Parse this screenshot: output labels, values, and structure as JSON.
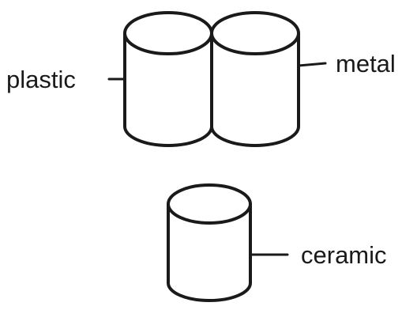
{
  "labels": {
    "plastic": "plastic",
    "metal": "metal",
    "ceramic": "ceramic"
  },
  "colors": {
    "ink": "#1a1a1a",
    "background": "#ffffff"
  }
}
